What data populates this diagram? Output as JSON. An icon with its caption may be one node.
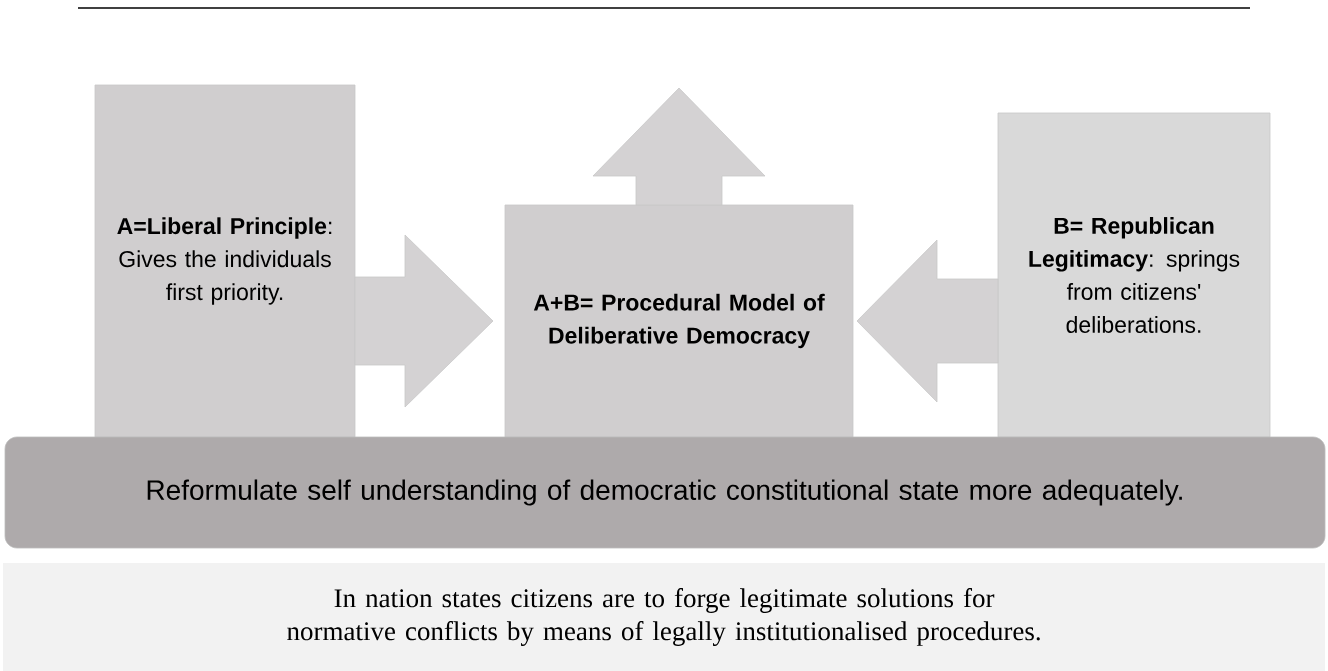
{
  "diagram": {
    "caption": "In nation states citizens are to forge legitimate solutions for normative conflicts by means of legally institutionalised procedures.",
    "nodes": [
      {
        "text": [
          "**A=Liberal Principle**: Gives the individuals first priority."
        ]
      },
      {
        "text": [
          "A+B= Procedural Model of Deliberative Democracy"
        ]
      },
      {
        "text": [
          "**B= Republican Legitimacy**: springs from citizens' deliberations."
        ]
      },
      {
        "text": [
          "Reformulate self understanding of democratic constitutional state more adequately."
        ]
      }
    ],
    "edges": [
      {
        "from": 0,
        "to": 1,
        "arrow": "to"
      },
      {
        "from": 2,
        "to": 1,
        "arrow": "to"
      },
      {
        "from": 1,
        "to": null,
        "arrow": "to"
      }
    ]
  }
}
